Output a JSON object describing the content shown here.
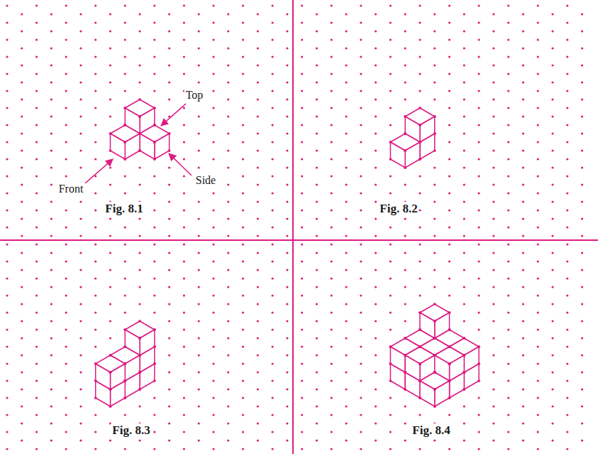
{
  "diagram": {
    "labels": [
      "Top",
      "Front",
      "Side",
      "Fig. 8.1",
      "Fig. 8.2",
      "Fig. 8.3",
      "Fig. 8.4"
    ]
  }
}
